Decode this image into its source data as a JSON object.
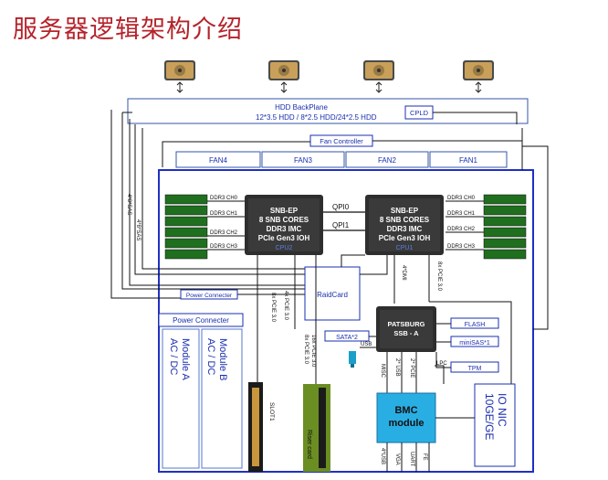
{
  "title": "服务器逻辑架构介绍",
  "backplane": {
    "label": "HDD  BackPlane",
    "spec": "12*3.5 HDD / 8*2.5 HDD/24*2.5 HDD",
    "cpld": "CPLD"
  },
  "fan_controller": "Fan Controller",
  "fans": [
    "FAN4",
    "FAN3",
    "FAN2",
    "FAN1"
  ],
  "cpu2": {
    "lines": [
      "SNB-EP",
      "8 SNB CORES",
      "DDR3 IMC",
      "PCIe Gen3 IOH"
    ],
    "name": "CPU2"
  },
  "cpu1": {
    "lines": [
      "SNB-EP",
      "8 SNB CORES",
      "DDR3 IMC",
      "PCIe Gen3 IOH"
    ],
    "name": "CPU1"
  },
  "qpi": [
    "QPI0",
    "QPI1"
  ],
  "ddr_left": [
    "DDR3 CH0",
    "DDR3 CH1",
    "DDR3 CH2",
    "DDR3 CH3"
  ],
  "ddr_right": [
    "DDR3 CH0",
    "DDR3 CH1",
    "DDR3 CH2",
    "DDR3 CH3"
  ],
  "sas_labels": [
    "4*8*SAS",
    "4*8*SAS"
  ],
  "raidcard": "RaidCard",
  "power_connecter_small": "Power Connecter",
  "power_connecter": "Power Connecter",
  "modules": [
    {
      "lines": [
        "Module B",
        "AC / DC"
      ]
    },
    {
      "lines": [
        "Module A",
        "AC / DC"
      ]
    }
  ],
  "pch": {
    "lines": [
      "PATSBURG",
      "SSB - A"
    ]
  },
  "sata": "SATA*2",
  "usb": "USB",
  "flash": "FLASH",
  "minisas": "miniSAS*1",
  "tpm": "TPM",
  "lpc": "LPC",
  "bmc": {
    "lines": [
      "BMC",
      "module"
    ]
  },
  "io_nic": {
    "lines": [
      "IO NIC",
      "10GE/GE"
    ]
  },
  "slot1": "SLOT1",
  "riser": "Riser card",
  "bus_labels": {
    "cpu2_pcie": "8x PCIE 3.0",
    "cpu2_pcie4": "4x PCIE 3.0",
    "riser_pcie_a": "16x PCIE 3.0",
    "riser_pcie_b": "8x PCIE 3.0",
    "dmi": "4*DMI",
    "cpu1_pcie": "8x PCIE 3.0",
    "misc": "MISC",
    "pcie2": "2* PCIE",
    "usb_bus": "2* USB",
    "usb_out": "4*USB",
    "vga": "VGA",
    "uart": "UART",
    "fe": "FE"
  }
}
